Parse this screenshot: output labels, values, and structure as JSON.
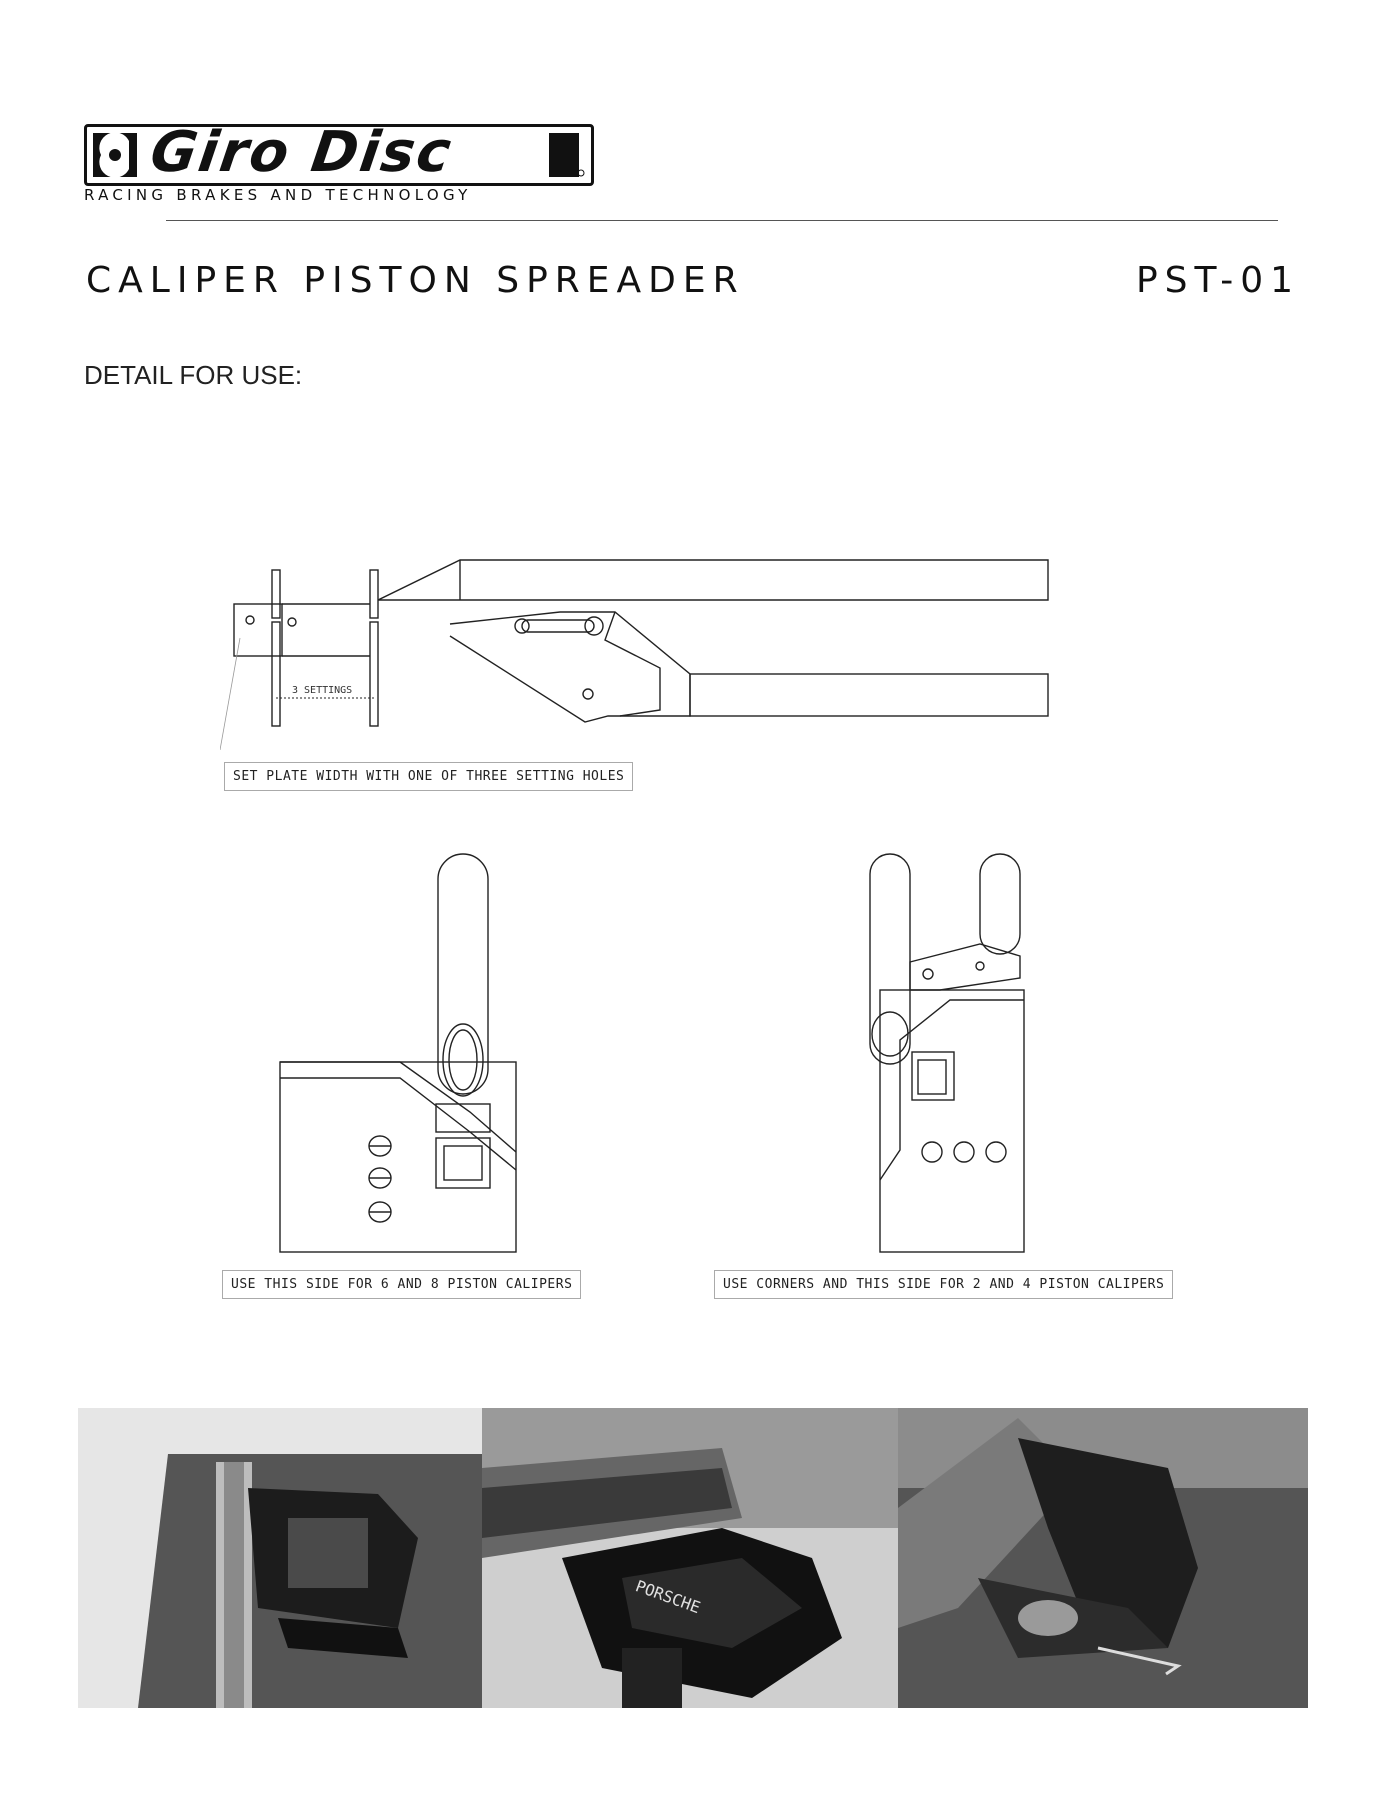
{
  "header": {
    "brand": "Giro Disc",
    "tagline": "RACING BRAKES AND TECHNOLOGY"
  },
  "document": {
    "title": "CALIPER PISTON SPREADER",
    "part_number": "PST-01",
    "section_label": "DETAIL FOR USE:"
  },
  "diagram_top": {
    "dimension_label": "3 SETTINGS",
    "callout": "SET PLATE WIDTH WITH ONE OF THREE SETTING HOLES"
  },
  "diagram_left": {
    "callout": "USE THIS SIDE FOR 6 AND 8 PISTON CALIPERS"
  },
  "diagram_right": {
    "callout": "USE CORNERS AND THIS SIDE FOR 2 AND 4 PISTON CALIPERS"
  },
  "photos": [
    {
      "subject": "spreader-on-caliper-top-view"
    },
    {
      "subject": "spreader-on-porsche-caliper",
      "caption_text": "PORSCHE"
    },
    {
      "subject": "spreader-corner-on-caliper"
    }
  ]
}
